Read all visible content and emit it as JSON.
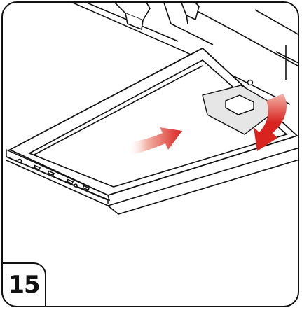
{
  "step": {
    "number": "15"
  },
  "icons": {
    "push_arrow": "red-curved-arrow-push-filter",
    "rotate_arrow": "red-curved-arrow-rotate-down"
  },
  "colors": {
    "outline": "#111111",
    "arrow_red": "#d8231f",
    "arrow_fade": "#f3b4a8",
    "background": "#ffffff"
  }
}
